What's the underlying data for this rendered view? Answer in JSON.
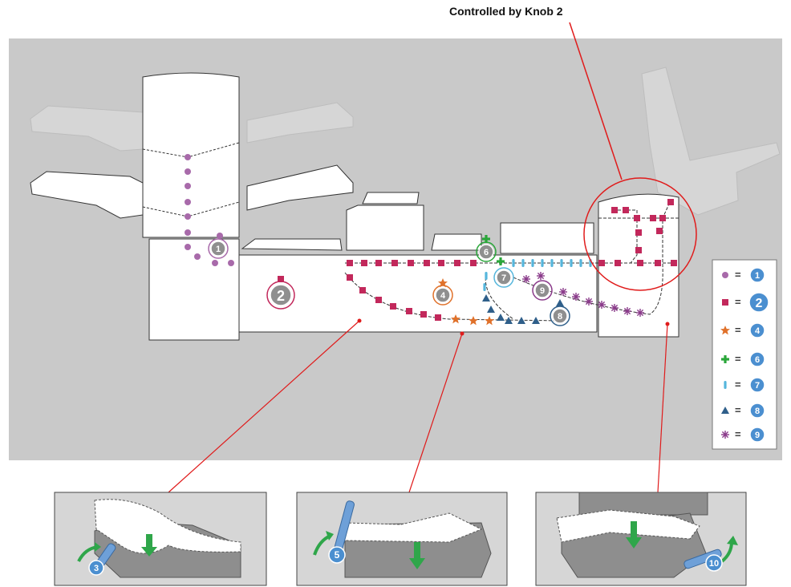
{
  "callout": {
    "text": "Controlled by Knob 2"
  },
  "diagram": {
    "station_numbers": [
      "1",
      "2",
      "4",
      "6",
      "7",
      "8",
      "9"
    ],
    "knob_numbers": [
      "3",
      "5",
      "10"
    ]
  },
  "legend": {
    "equals": "=",
    "items": [
      {
        "icon": "circle-dot-icon",
        "color": "#a86aaa",
        "number": "1"
      },
      {
        "icon": "square-dot-icon",
        "color": "#c2285b",
        "number": "2"
      },
      {
        "icon": "star-dot-icon",
        "color": "#e0712a",
        "number": "4"
      },
      {
        "icon": "plus-dot-icon",
        "color": "#2aa63a",
        "number": "6"
      },
      {
        "icon": "dash-dot-icon",
        "color": "#55b6dc",
        "number": "7"
      },
      {
        "icon": "triangle-dot-icon",
        "color": "#2f5f8a",
        "number": "8"
      },
      {
        "icon": "asterisk-dot-icon",
        "color": "#8a3a8a",
        "number": "9"
      }
    ]
  },
  "colors": {
    "background": "#c9c9c9",
    "panel": "#ffffff",
    "callout_red": "#e01b1b",
    "badge_blue": "#4b8fd0",
    "badge_gray": "#8f8f8f",
    "arrow_green": "#2fa64a"
  }
}
